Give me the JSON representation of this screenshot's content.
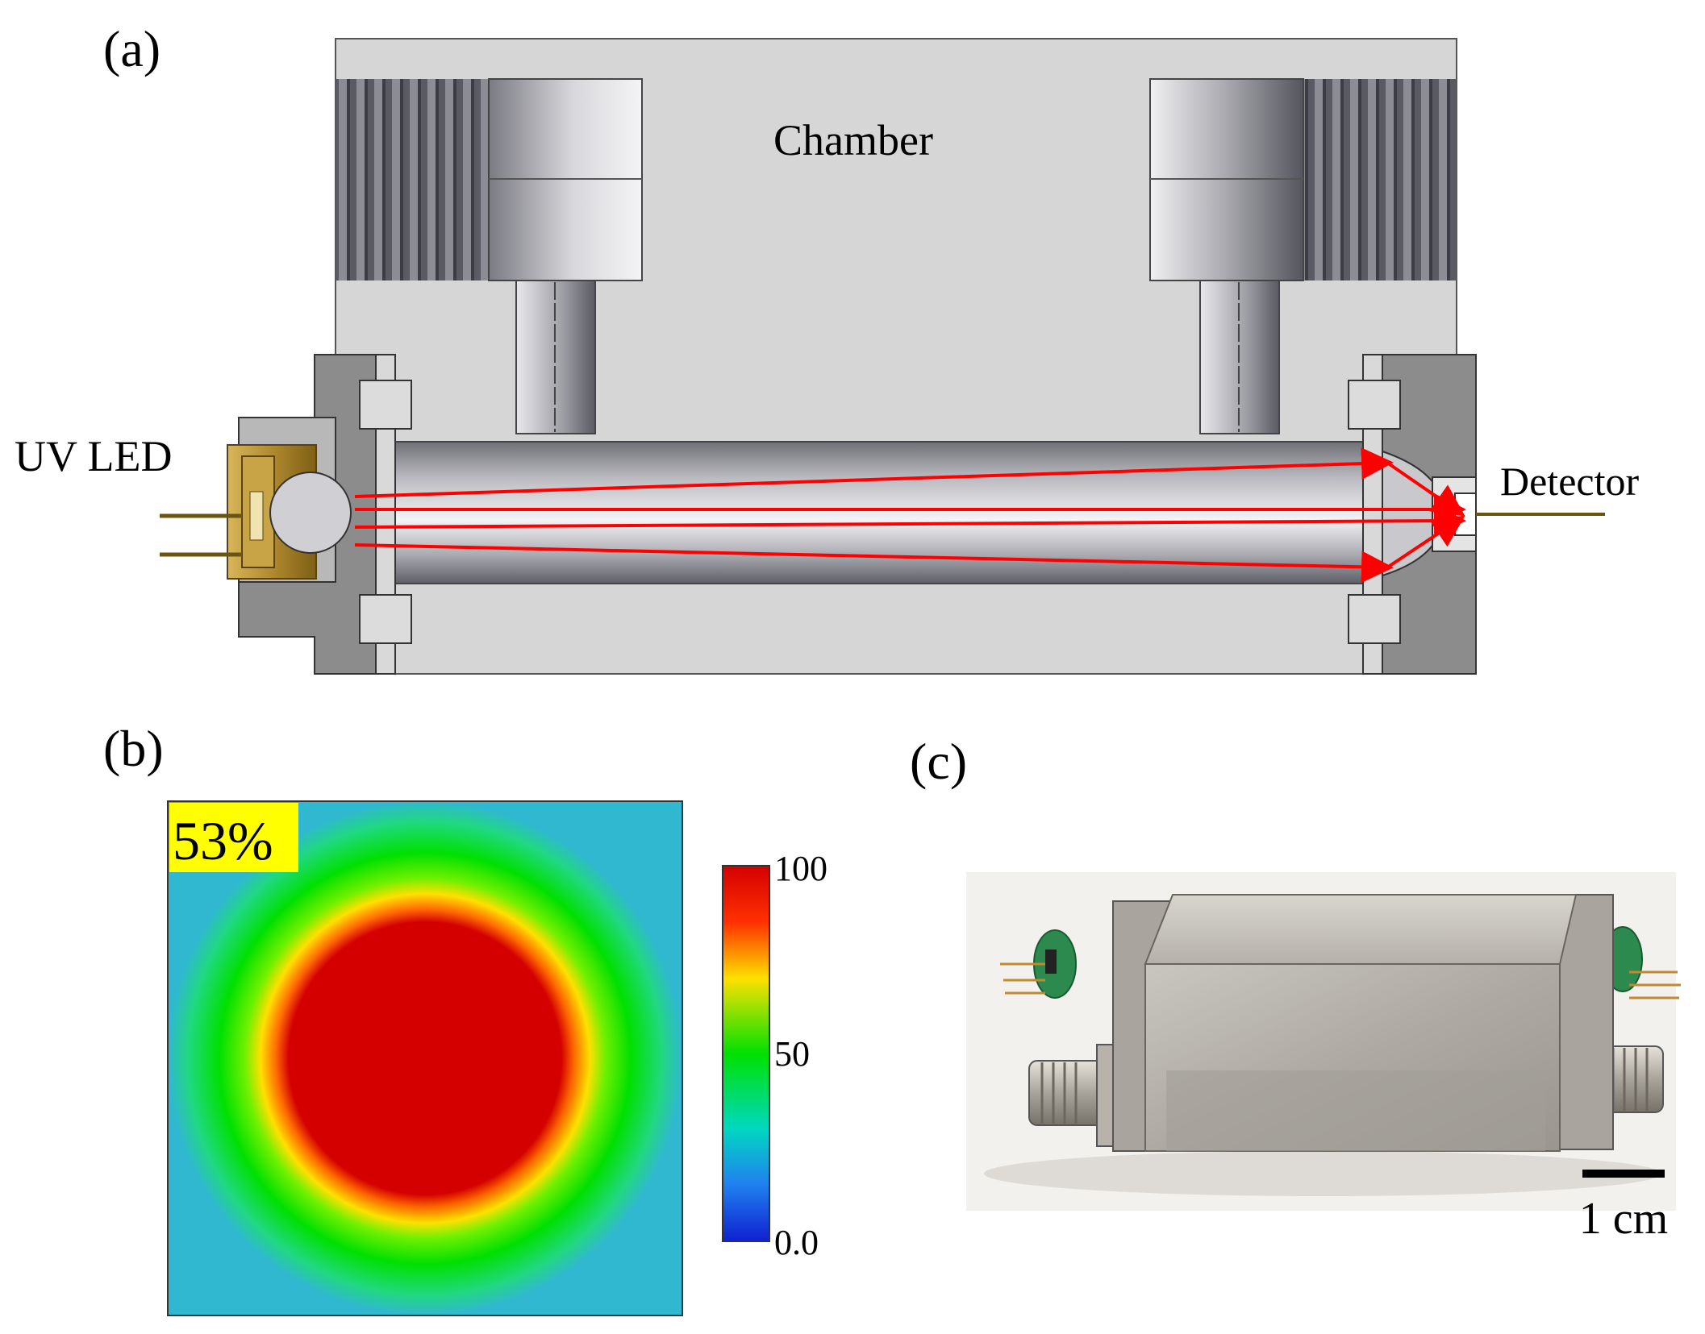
{
  "panel_a": {
    "label": "(a)",
    "chamber_label": "Chamber",
    "source_label": "UV LED",
    "detector_label": "Detector"
  },
  "panel_b": {
    "label": "(b)",
    "efficiency_badge": "53%",
    "colorbar_ticks": [
      "100",
      "50",
      "0.0"
    ],
    "colors": {
      "high": "#d40000",
      "mid": "#00e000",
      "low": "#1020d0",
      "badge": "#ffff00"
    }
  },
  "panel_c": {
    "label": "(c)",
    "scale_bar_label": "1 cm"
  },
  "colors": {
    "ray": "#ff0000",
    "body_gray": "#d6d6d6",
    "flange_gray": "#8c8c8c",
    "brass": "#b08a2e"
  }
}
